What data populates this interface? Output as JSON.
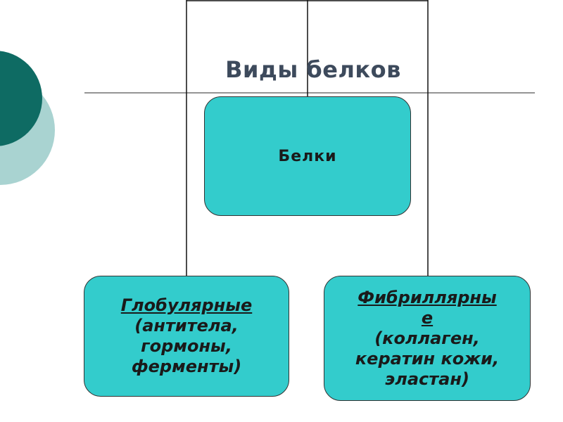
{
  "slide": {
    "title": "Виды белков"
  },
  "diagram": {
    "root": {
      "label": "Белки"
    },
    "left": {
      "heading": "Глобулярные",
      "detail_1": "(антитела,",
      "detail_2": "гормоны,",
      "detail_3": "ферменты)"
    },
    "right": {
      "heading_1": "Фибриллярны",
      "heading_2": "е",
      "detail_1": "(коллаген,",
      "detail_2": "кератин кожи,",
      "detail_3": "эластан)"
    }
  },
  "colors": {
    "box_fill": "#33cccc",
    "circle_dark": "#0e6b63",
    "circle_light": "#a9d3d1",
    "title": "#3d4a5c"
  }
}
